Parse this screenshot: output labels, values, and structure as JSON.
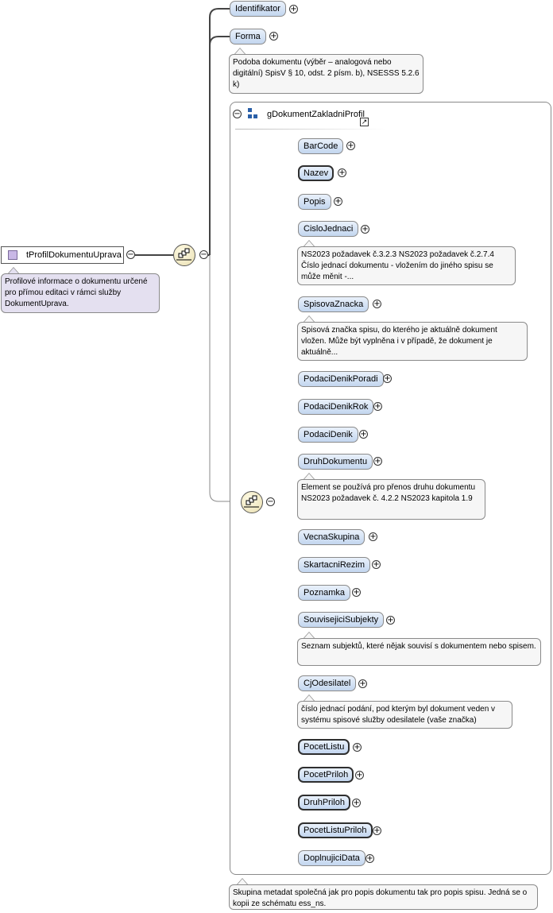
{
  "root": {
    "name": "tProfilDokumentuUprava",
    "annotation": "Profilové informace o dokumentu určené pro přímou editaci v rámci služby DokumentUprava."
  },
  "top_elements": [
    {
      "name": "Identifikator",
      "required": false
    },
    {
      "name": "Forma",
      "required": false,
      "annotation": "Podoba dokumentu (výběr – analogová nebo digitální) SpisV § 10, odst. 2 písm. b), NSESSS 5.2.6 k)"
    }
  ],
  "group": {
    "name": "gDokumentZakladniProfil",
    "annotation": "Skupina metadat společná jak pro popis dokumentu tak pro popis spisu. Jedná se o kopii ze schématu ess_ns.",
    "elements": [
      {
        "name": "BarCode",
        "required": false
      },
      {
        "name": "Nazev",
        "required": true
      },
      {
        "name": "Popis",
        "required": false
      },
      {
        "name": "CisloJednaci",
        "required": false,
        "annotation": "NS2023 požadavek č.3.2.3 NS2023 požadavek č.2.7.4 Číslo jednací dokumentu - vložením do jiného spisu se může měnit -..."
      },
      {
        "name": "SpisovaZnacka",
        "required": false,
        "annotation": "Spisová značka spisu, do kterého je aktuálně dokument vložen. Může být vyplněna i v případě, že dokument je aktuálně..."
      },
      {
        "name": "PodaciDenikPoradi",
        "required": false
      },
      {
        "name": "PodaciDenikRok",
        "required": false
      },
      {
        "name": "PodaciDenik",
        "required": false
      },
      {
        "name": "DruhDokumentu",
        "required": false,
        "annotation": "Element se používá pro přenos druhu dokumentu NS2023 požadavek č. 4.2.2 NS2023 kapitola 1.9"
      },
      {
        "name": "VecnaSkupina",
        "required": false
      },
      {
        "name": "SkartacniRezim",
        "required": false
      },
      {
        "name": "Poznamka",
        "required": false
      },
      {
        "name": "SouvisejiciSubjekty",
        "required": false,
        "annotation": "Seznam subjektů, které nějak souvisí s dokumentem nebo spisem."
      },
      {
        "name": "CjOdesilatel",
        "required": false,
        "annotation": "číslo jednací podání, pod kterým byl dokument veden v systému spisové služby odesilatele (vaše značka)"
      },
      {
        "name": "PocetListu",
        "required": true
      },
      {
        "name": "PocetPriloh",
        "required": true
      },
      {
        "name": "DruhPriloh",
        "required": true
      },
      {
        "name": "PocetListuPriloh",
        "required": true
      },
      {
        "name": "DoplnujiciData",
        "required": false
      }
    ]
  },
  "icons": {
    "expand": "plus-circle-icon",
    "collapse": "minus-circle-icon",
    "sequence": "sequence-compositor-icon",
    "group": "model-group-icon",
    "link": "external-link-icon",
    "complex_type": "complex-type-icon"
  },
  "colors": {
    "element_fill_top": "#e9f1fb",
    "element_fill_bottom": "#c3d6ef",
    "annotation_fill": "#f6f6f6",
    "root_annotation_fill": "#e4e0f0",
    "complex_type_icon": "#c9b8e6"
  }
}
